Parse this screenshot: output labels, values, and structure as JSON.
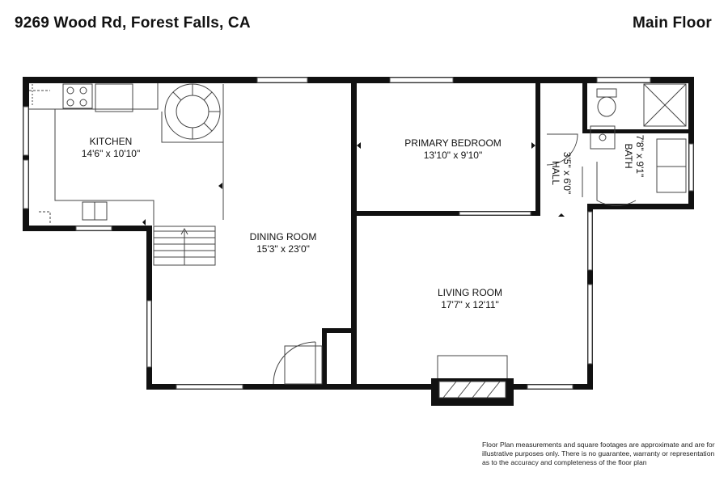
{
  "header": {
    "address": "9269 Wood Rd, Forest Falls, CA",
    "floor_label": "Main Floor"
  },
  "rooms": [
    {
      "key": "kitchen",
      "name": "KITCHEN",
      "dims": "14'6\" x 10'10\""
    },
    {
      "key": "primary_bedroom",
      "name": "PRIMARY BEDROOM",
      "dims": "13'10\" x 9'10\""
    },
    {
      "key": "hall",
      "name": "HALL",
      "dims": "3'5\" x 6'0\""
    },
    {
      "key": "bath",
      "name": "BATH",
      "dims": "7'8\" x 9'1\""
    },
    {
      "key": "dining_room",
      "name": "DINING ROOM",
      "dims": "15'3\" x 23'0\""
    },
    {
      "key": "living_room",
      "name": "LIVING ROOM",
      "dims": "17'7\" x 12'11\""
    }
  ],
  "disclaimer": "Floor Plan measurements and square footages are approximate and are for illustrative purposes only. There is no guarantee, warranty or representation as to the accuracy and completeness of the floor plan"
}
